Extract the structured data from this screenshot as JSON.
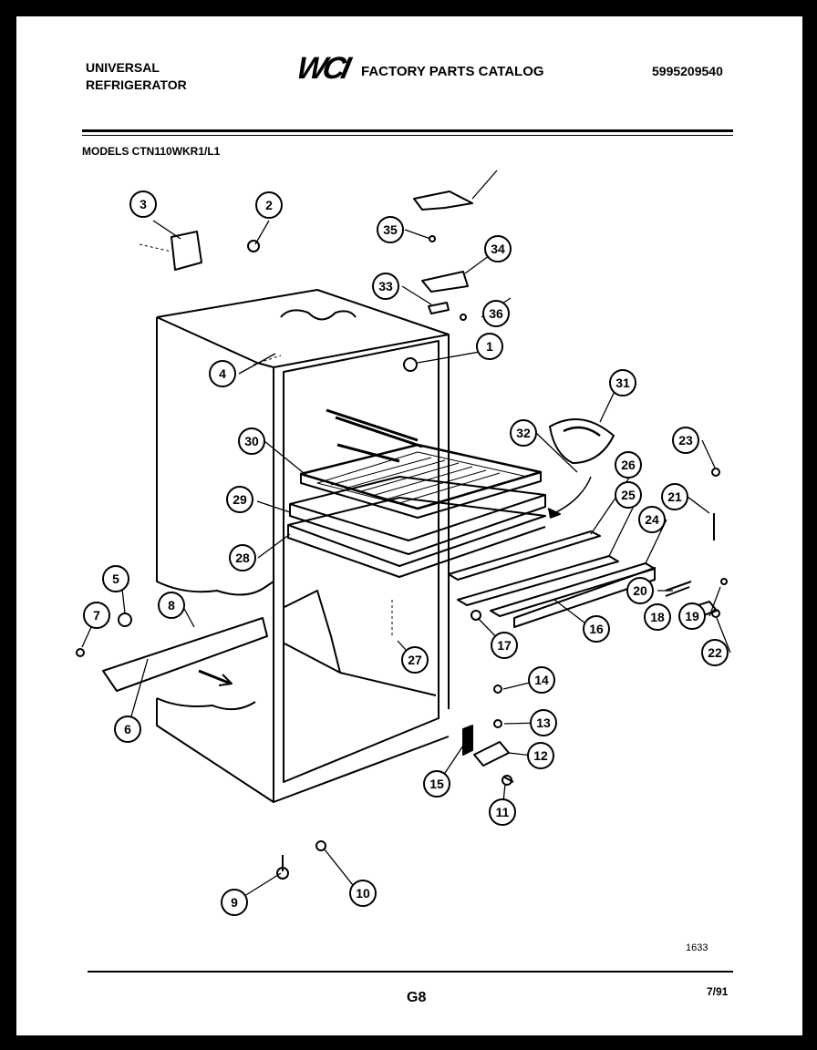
{
  "header": {
    "brand_line1": "UNIVERSAL",
    "brand_line2": "REFRIGERATOR",
    "logo_text": "WCI",
    "catalog_title": "FACTORY PARTS CATALOG",
    "catalog_number": "5995209540"
  },
  "models": "MODELS CTN110WKR1/L1",
  "callouts": [
    "1",
    "2",
    "3",
    "4",
    "5",
    "6",
    "7",
    "8",
    "9",
    "10",
    "11",
    "12",
    "13",
    "14",
    "15",
    "16",
    "17",
    "18",
    "19",
    "20",
    "21",
    "22",
    "23",
    "24",
    "25",
    "26",
    "27",
    "28",
    "29",
    "30",
    "31",
    "32",
    "33",
    "34",
    "35",
    "36"
  ],
  "footer": {
    "drawing_number": "1633",
    "page_code": "G8",
    "date": "7/91"
  }
}
